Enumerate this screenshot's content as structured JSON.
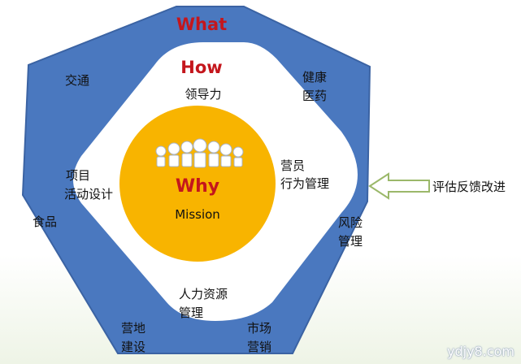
{
  "core": {
    "title": "Why",
    "subtitle": "Mission"
  },
  "middle": {
    "title": "How",
    "top": "领导力",
    "left": [
      "项目",
      "活动设计"
    ],
    "right": [
      "营员",
      "行为管理"
    ],
    "bottom": [
      "人力资源",
      "管理"
    ]
  },
  "outer": {
    "title": "What",
    "items": {
      "traffic": "交通",
      "health": [
        "健康",
        "医药"
      ],
      "food": "食品",
      "risk": [
        "风险",
        "管理"
      ],
      "site": [
        "营地",
        "建设"
      ],
      "marketing": [
        "市场",
        "营销"
      ]
    }
  },
  "feedback": "评估反馈改进",
  "watermark": "ydjy8.com",
  "colors": {
    "heptagon": "#4a78bf",
    "heptagon_edge": "#3b63a3",
    "white": "#ffffff",
    "circle": "#f8b400",
    "accent_red": "#c4161c",
    "arrow_stroke": "#9bb86a"
  }
}
